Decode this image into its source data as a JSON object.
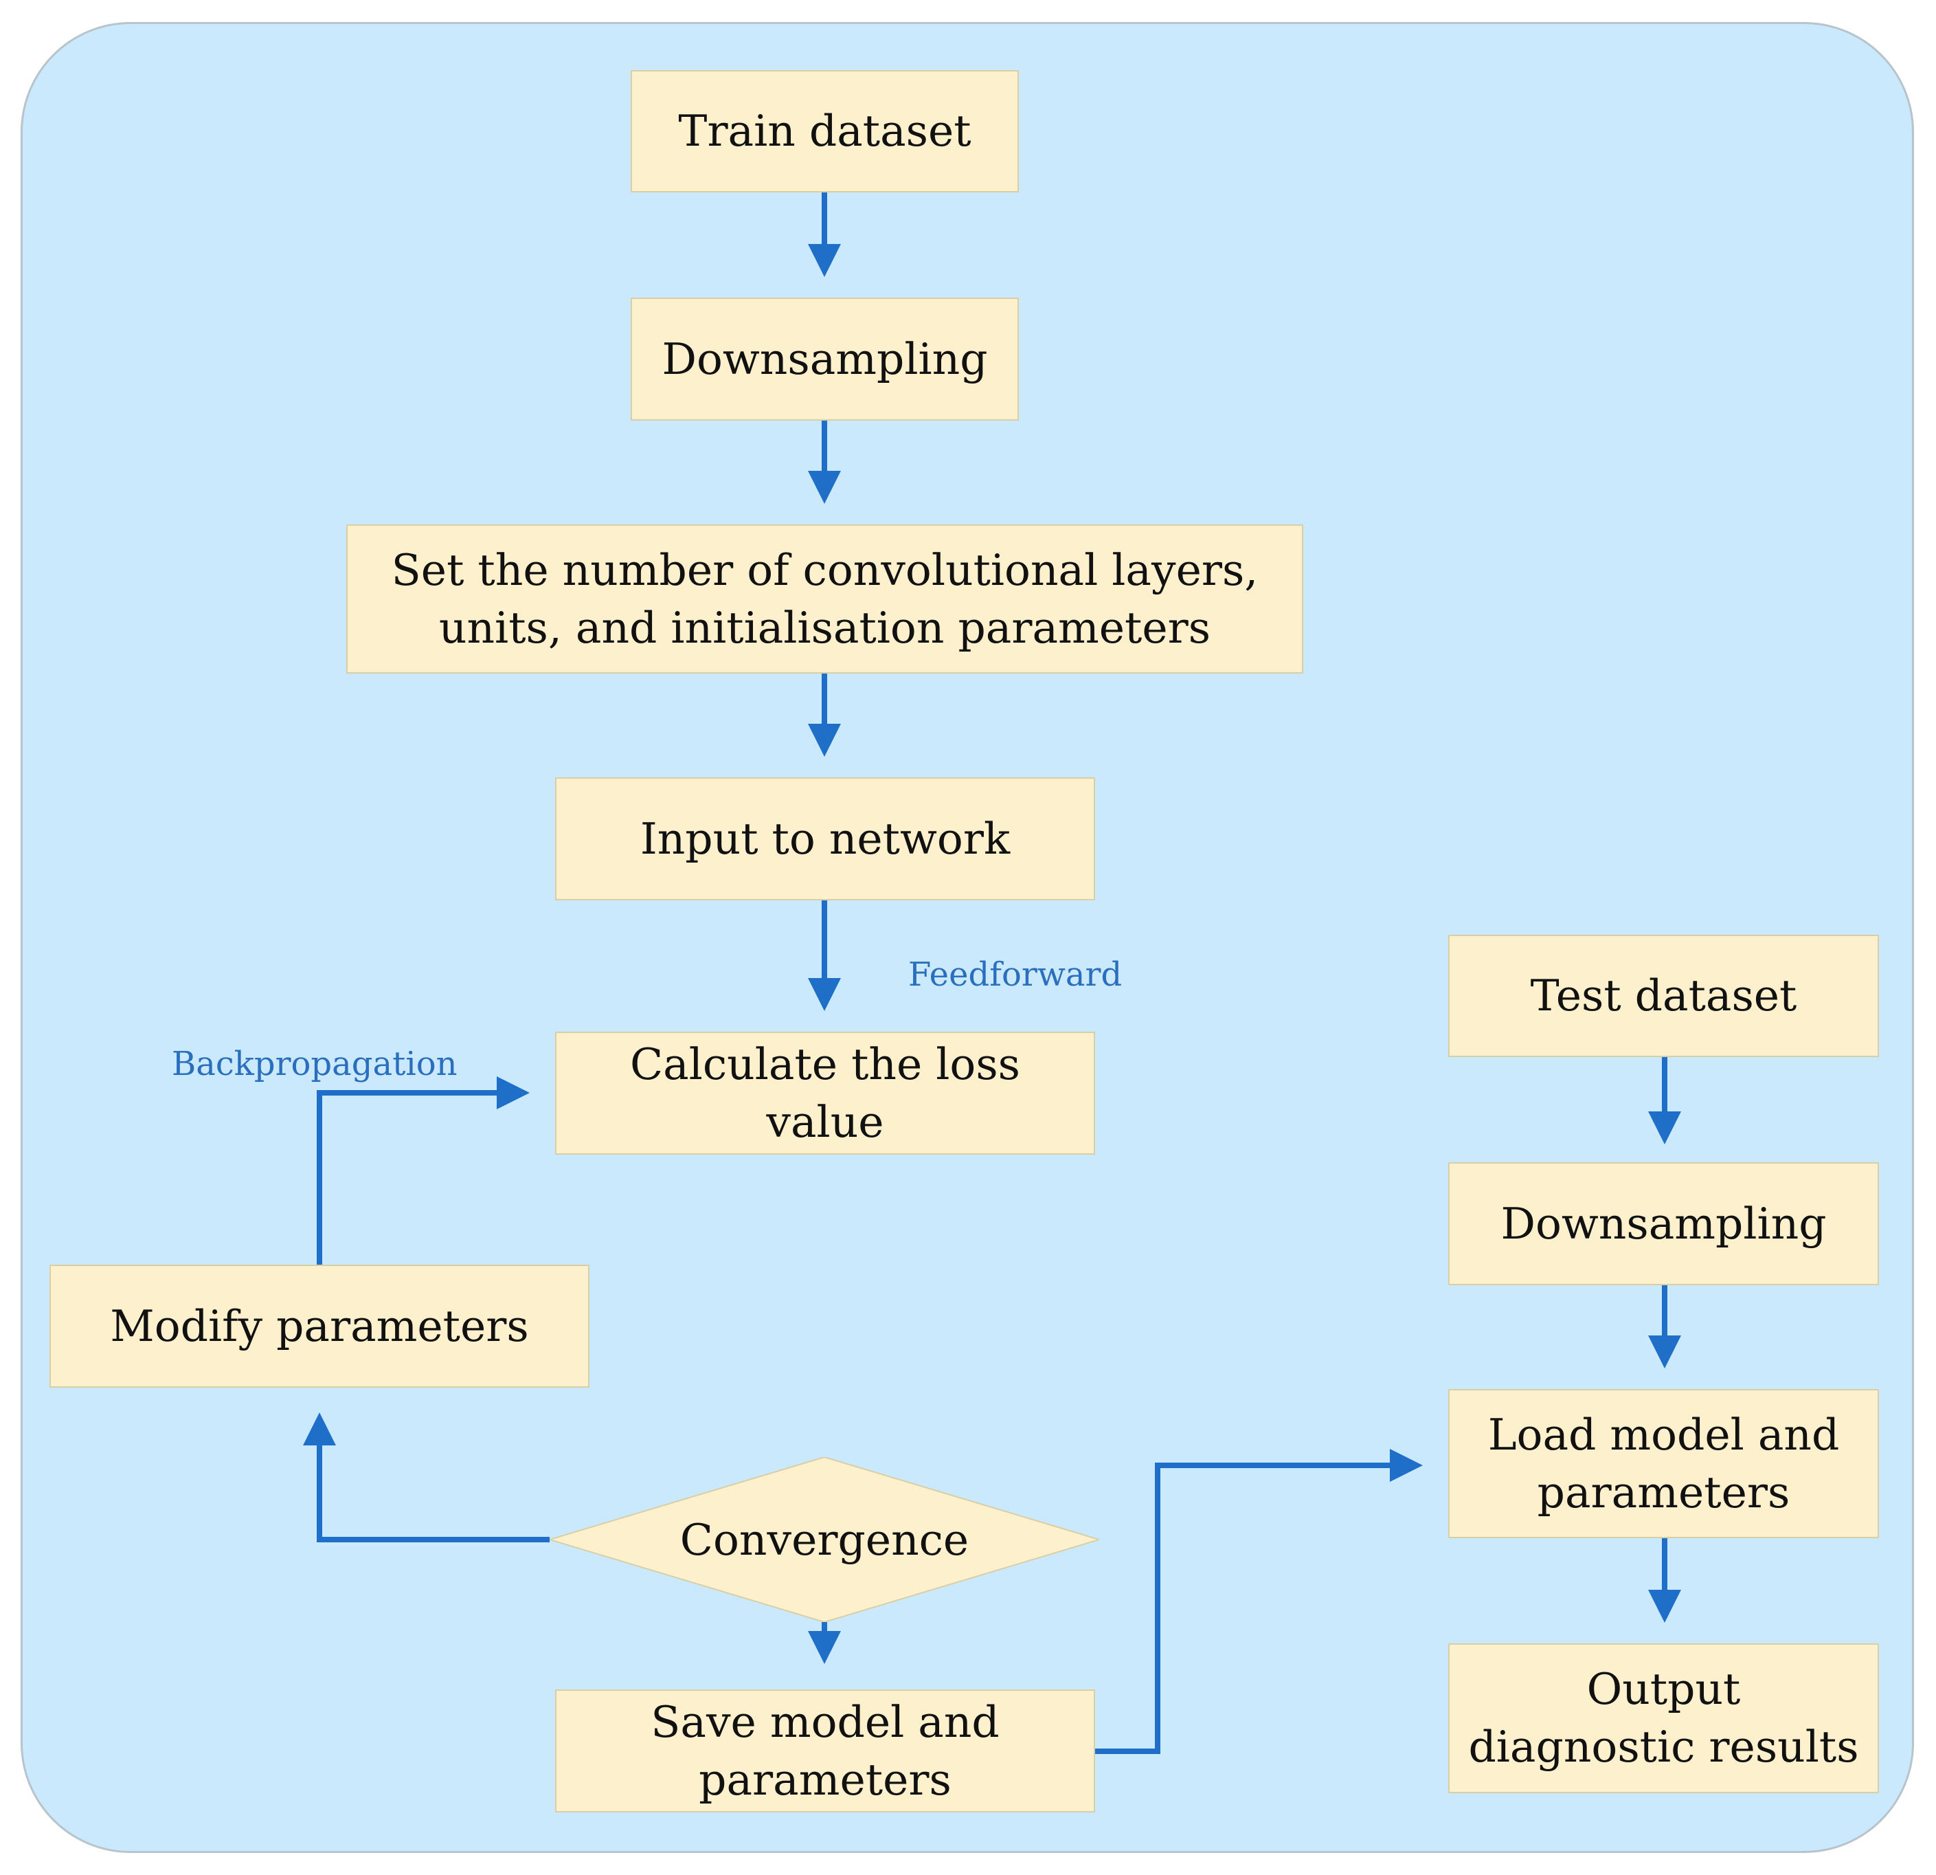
{
  "nodes": {
    "train_dataset": "Train dataset",
    "downsampling_left": "Downsampling",
    "set_layers": [
      "Set the number of convolutional layers,",
      "units, and initialisation parameters"
    ],
    "input_network": "Input to network",
    "calc_loss": [
      "Calculate the loss",
      "value"
    ],
    "modify_params": "Modify parameters",
    "convergence": "Convergence",
    "save_model": [
      "Save model and",
      "parameters"
    ],
    "test_dataset": "Test dataset",
    "downsampling_right": "Downsampling",
    "load_model": [
      "Load model and",
      "parameters"
    ],
    "output_results": [
      "Output",
      "diagnostic results"
    ]
  },
  "labels": {
    "feedforward": "Feedforward",
    "backpropagation": "Backpropagation"
  },
  "colors": {
    "background": "#cbe9fc",
    "node_fill": "#fdf0cc",
    "arrow": "#1f6fc8",
    "label": "#2a6fbe"
  }
}
